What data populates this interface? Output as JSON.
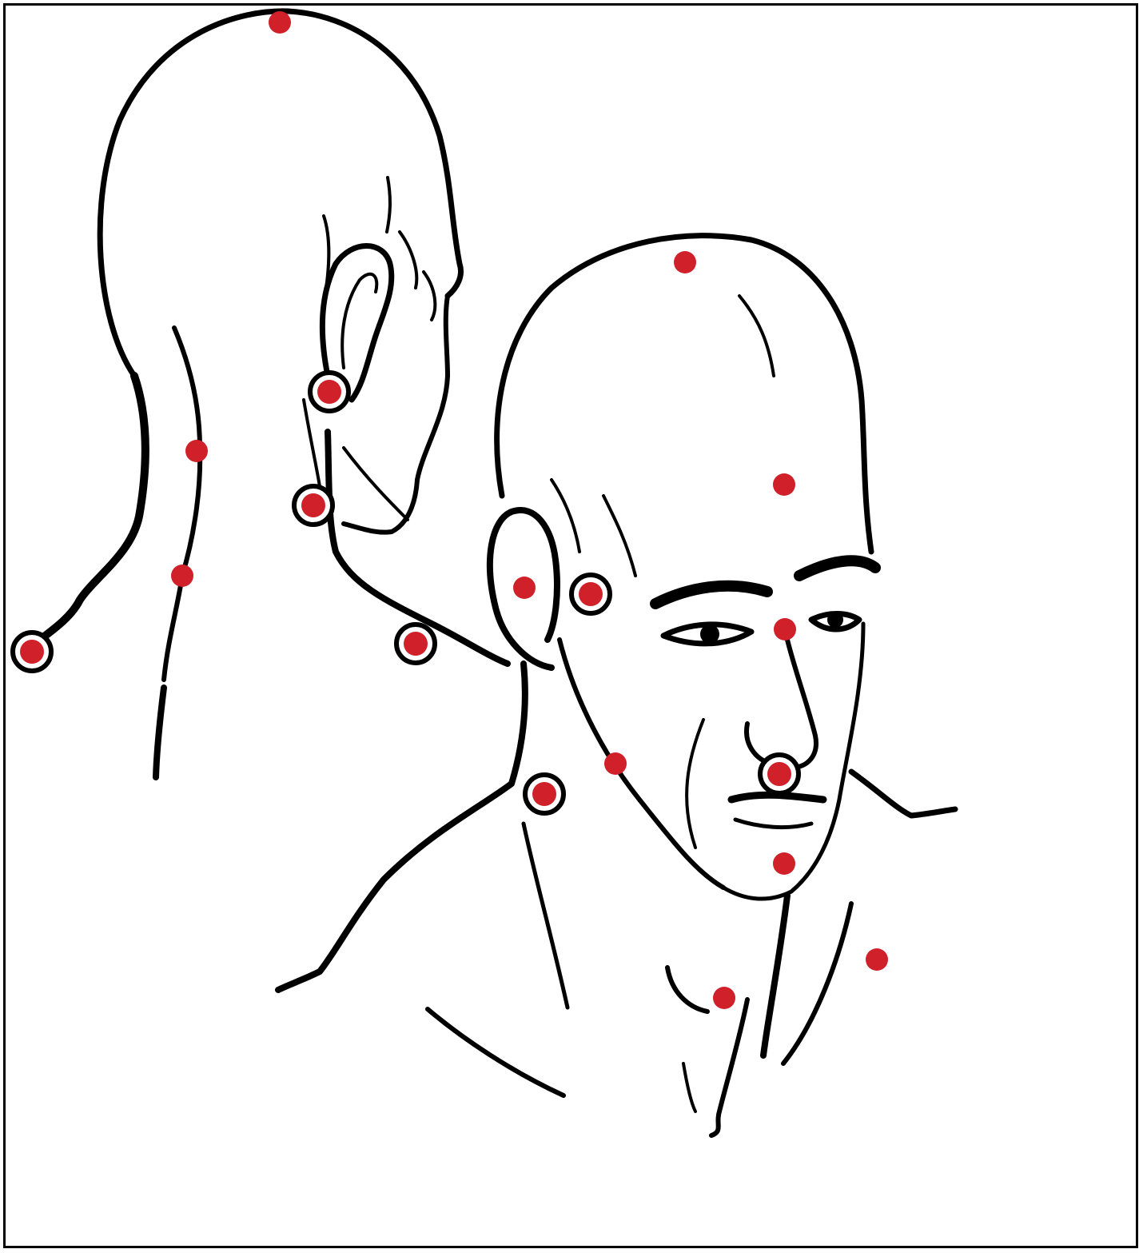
{
  "figure": {
    "subject": "head-points-illustration",
    "ink_color": "#000000",
    "point_color": "#d0202a",
    "ring_color": "#000000",
    "background": "#ffffff"
  },
  "points": [
    {
      "view": "back-head",
      "name": "crown",
      "ringed": false
    },
    {
      "view": "back-head",
      "name": "behind-ear",
      "ringed": true
    },
    {
      "view": "back-head",
      "name": "below-ear",
      "ringed": true
    },
    {
      "view": "back-head",
      "name": "neck-upper",
      "ringed": false
    },
    {
      "view": "back-head",
      "name": "neck-lower",
      "ringed": false
    },
    {
      "view": "back-head",
      "name": "shoulder",
      "ringed": true
    },
    {
      "view": "back-head",
      "name": "shoulder-front",
      "ringed": true
    },
    {
      "view": "front-head",
      "name": "crown",
      "ringed": false
    },
    {
      "view": "front-head",
      "name": "forehead",
      "ringed": false
    },
    {
      "view": "front-head",
      "name": "ear",
      "ringed": false
    },
    {
      "view": "front-head",
      "name": "temple",
      "ringed": true
    },
    {
      "view": "front-head",
      "name": "between-eyes",
      "ringed": false
    },
    {
      "view": "front-head",
      "name": "nose-tip",
      "ringed": true
    },
    {
      "view": "front-head",
      "name": "chin",
      "ringed": false
    },
    {
      "view": "front-head",
      "name": "cheek",
      "ringed": false
    },
    {
      "view": "front-head",
      "name": "neck-side",
      "ringed": true
    },
    {
      "view": "front-head",
      "name": "collarbone-left",
      "ringed": false
    },
    {
      "view": "front-head",
      "name": "collarbone-right",
      "ringed": false
    }
  ]
}
